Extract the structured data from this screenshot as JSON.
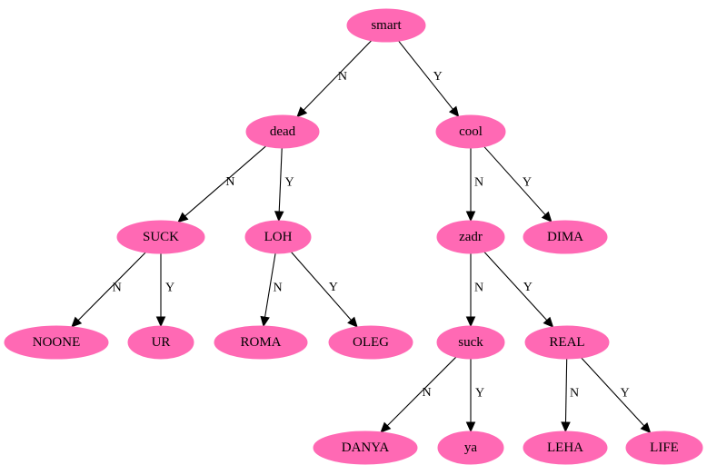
{
  "colors": {
    "node_fill": "#ff69b4",
    "edge": "#000000",
    "text": "#000000"
  },
  "nodes": [
    {
      "id": "smart",
      "label": "smart"
    },
    {
      "id": "dead",
      "label": "dead"
    },
    {
      "id": "cool",
      "label": "cool"
    },
    {
      "id": "SUCK",
      "label": "SUCK"
    },
    {
      "id": "LOH",
      "label": "LOH"
    },
    {
      "id": "zadr",
      "label": "zadr"
    },
    {
      "id": "DIMA",
      "label": "DIMA"
    },
    {
      "id": "NOONE",
      "label": "NOONE"
    },
    {
      "id": "UR",
      "label": "UR"
    },
    {
      "id": "ROMA",
      "label": "ROMA"
    },
    {
      "id": "OLEG",
      "label": "OLEG"
    },
    {
      "id": "suck",
      "label": "suck"
    },
    {
      "id": "REAL",
      "label": "REAL"
    },
    {
      "id": "DANYA",
      "label": "DANYA"
    },
    {
      "id": "ya",
      "label": "ya"
    },
    {
      "id": "LEHA",
      "label": "LEHA"
    },
    {
      "id": "LIFE",
      "label": "LIFE"
    }
  ],
  "edges": [
    {
      "from": "smart",
      "to": "dead",
      "label": "N"
    },
    {
      "from": "smart",
      "to": "cool",
      "label": "Y"
    },
    {
      "from": "dead",
      "to": "SUCK",
      "label": "N"
    },
    {
      "from": "dead",
      "to": "LOH",
      "label": "Y"
    },
    {
      "from": "cool",
      "to": "zadr",
      "label": "N"
    },
    {
      "from": "cool",
      "to": "DIMA",
      "label": "Y"
    },
    {
      "from": "SUCK",
      "to": "NOONE",
      "label": "N"
    },
    {
      "from": "SUCK",
      "to": "UR",
      "label": "Y"
    },
    {
      "from": "LOH",
      "to": "ROMA",
      "label": "N"
    },
    {
      "from": "LOH",
      "to": "OLEG",
      "label": "Y"
    },
    {
      "from": "zadr",
      "to": "suck",
      "label": "N"
    },
    {
      "from": "zadr",
      "to": "REAL",
      "label": "Y"
    },
    {
      "from": "suck",
      "to": "DANYA",
      "label": "N"
    },
    {
      "from": "suck",
      "to": "ya",
      "label": "Y"
    },
    {
      "from": "REAL",
      "to": "LEHA",
      "label": "N"
    },
    {
      "from": "REAL",
      "to": "LIFE",
      "label": "Y"
    }
  ]
}
